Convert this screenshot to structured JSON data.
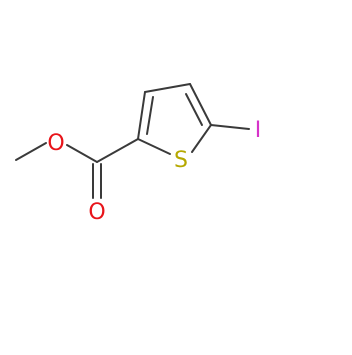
{
  "molecule": {
    "atoms": {
      "oxygen_ester": {
        "symbol": "O",
        "color": "#e8141a"
      },
      "oxygen_carbonyl": {
        "symbol": "O",
        "color": "#e8141a"
      },
      "sulfur": {
        "symbol": "S",
        "color": "#b5a800"
      },
      "iodine": {
        "symbol": "I",
        "color": "#d633c9"
      }
    },
    "bond_color": "#3a3a3a"
  }
}
